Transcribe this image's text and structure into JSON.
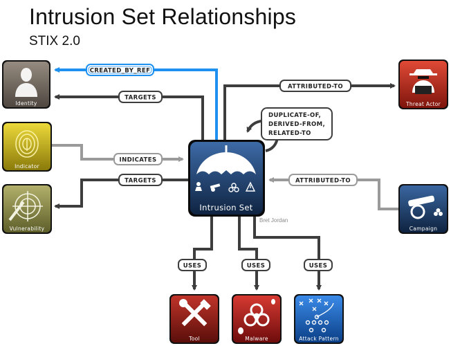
{
  "header": {
    "title": "Intrusion Set Relationships",
    "subtitle": "STIX 2.0"
  },
  "credit": "Bret Jordan",
  "nodes": {
    "identity": "Identity",
    "indicator": "Indicator",
    "vulnerability": "Vulnerability",
    "intrusion_set": "Intrusion Set",
    "threat_actor": "Threat Actor",
    "campaign": "Campaign",
    "tool": "Tool",
    "malware": "Malware",
    "attack_pattern": "Attack Pattern"
  },
  "relationships": {
    "created_by_ref": "CREATED_BY_REF",
    "targets_identity": "TARGETS",
    "indicates": "INDICATES",
    "targets_vulnerability": "TARGETS",
    "attributed_to_threat_actor": "ATTRIBUTED-TO",
    "attributed_to_campaign": "ATTRIBUTED-TO",
    "self_line1": "DUPLICATE-OF,",
    "self_line2": "DERIVED-FROM,",
    "self_line3": "RELATED-TO",
    "uses_tool": "USES",
    "uses_malware": "USES",
    "uses_attack_pattern": "USES"
  },
  "colors": {
    "created_by_ref_line": "#1e90f0",
    "dark_line": "#3d3d3d",
    "gray_line": "#9a9a9a",
    "identity_tile": "#6e655c",
    "indicator_tile": "#c9b312",
    "vulnerability_tile": "#8a8a48",
    "intrusion_set_tile": "#1d3a66",
    "threat_actor_tile": "#b8281c",
    "campaign_tile": "#1e3a64",
    "tool_tile": "#8e1a14",
    "malware_tile": "#a8181a",
    "attack_pattern_tile": "#1566c4"
  }
}
